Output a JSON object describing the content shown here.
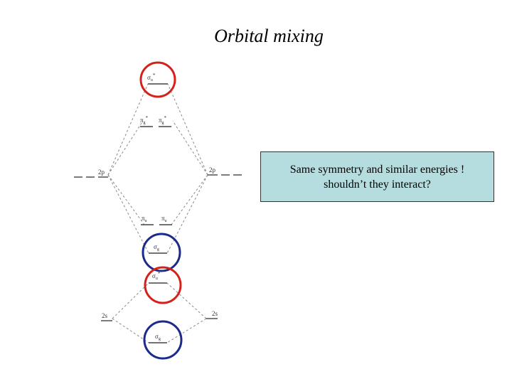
{
  "title": "Orbital mixing",
  "callout": {
    "line1": "Same symmetry and similar energies !",
    "line2": "shouldn’t they interact?"
  },
  "orbitals": {
    "sigma": "σ",
    "pi": "π",
    "sub_u": "u",
    "sub_g": "g",
    "star": "*",
    "ao_2p": "2p",
    "ao_2s": "2s"
  },
  "colors": {
    "highlight_antibonding": "#d4221a",
    "highlight_bonding": "#1c2a8a",
    "callout_fill": "#b5dde0"
  }
}
